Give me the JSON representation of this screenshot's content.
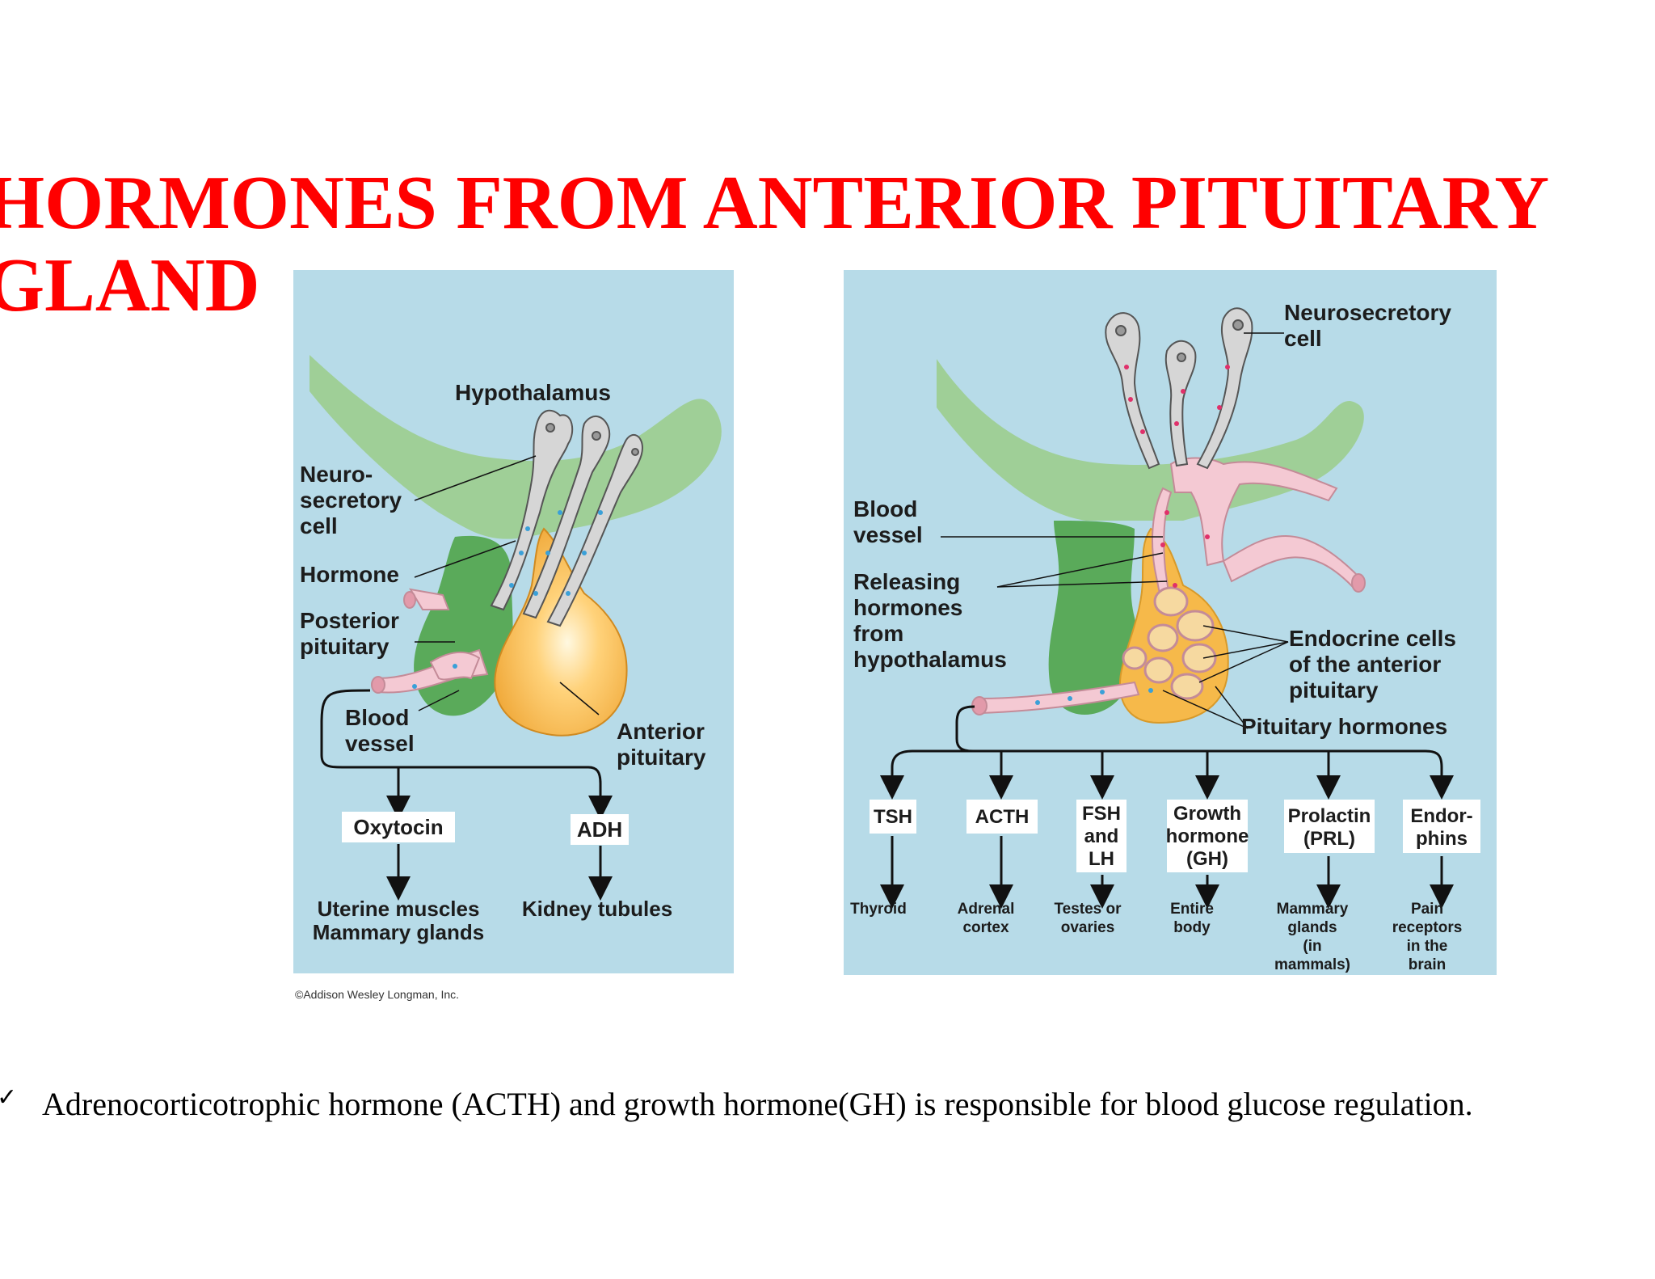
{
  "title": {
    "line1": "HORMONES FROM ANTERIOR PITUITARY",
    "line2": "GLAND"
  },
  "left_diagram": {
    "hypothalamus": "Hypothalamus",
    "neurosecretory_cell": [
      "Neuro-",
      "secretory",
      "cell"
    ],
    "hormone": "Hormone",
    "posterior_pituitary": [
      "Posterior",
      "pituitary"
    ],
    "blood_vessel": [
      "Blood",
      "vessel"
    ],
    "anterior_pituitary": [
      "Anterior",
      "pituitary"
    ],
    "oxytocin": "Oxytocin",
    "adh": "ADH",
    "oxytocin_targets": [
      "Uterine muscles",
      "Mammary glands"
    ],
    "adh_target": "Kidney tubules"
  },
  "copyright": "©Addison Wesley Longman, Inc.",
  "right_diagram": {
    "neurosecretory_cell": [
      "Neurosecretory",
      "cell"
    ],
    "blood_vessel": [
      "Blood",
      "vessel"
    ],
    "releasing_hormones": [
      "Releasing",
      "hormones",
      "from",
      "hypothalamus"
    ],
    "endocrine_cells": [
      "Endocrine cells",
      "of the anterior",
      "pituitary"
    ],
    "pituitary_hormones": "Pituitary hormones",
    "hormones": [
      {
        "name": [
          "TSH"
        ],
        "target": [
          "Thyroid"
        ]
      },
      {
        "name": [
          "ACTH"
        ],
        "target": [
          "Adrenal",
          "cortex"
        ]
      },
      {
        "name": [
          "FSH",
          "and",
          "LH"
        ],
        "target": [
          "Testes or",
          "ovaries"
        ]
      },
      {
        "name": [
          "Growth",
          "hormone",
          "(GH)"
        ],
        "target": [
          "Entire",
          "body"
        ]
      },
      {
        "name": [
          "Prolactin",
          "(PRL)"
        ],
        "target": [
          "Mammary",
          "glands",
          "(in",
          "mammals)"
        ]
      },
      {
        "name": [
          "Endor-",
          "phins"
        ],
        "target": [
          "Pain",
          "receptors",
          "in the",
          "brain"
        ]
      }
    ]
  },
  "bullet": {
    "mark": "✓",
    "text": "Adrenocorticotrophic hormone (ACTH) and growth hormone(GH) is responsible for blood glucose regulation."
  },
  "colors": {
    "title": "#ff0000",
    "panel_bg": "#b7dbe8",
    "hypothalamus": "#9fcf97",
    "posterior_pituitary": "#5aaa5a",
    "anterior_pituitary": "#f6b94a",
    "vessel": "#f4c9d3",
    "cell": "#d6d6d6"
  }
}
